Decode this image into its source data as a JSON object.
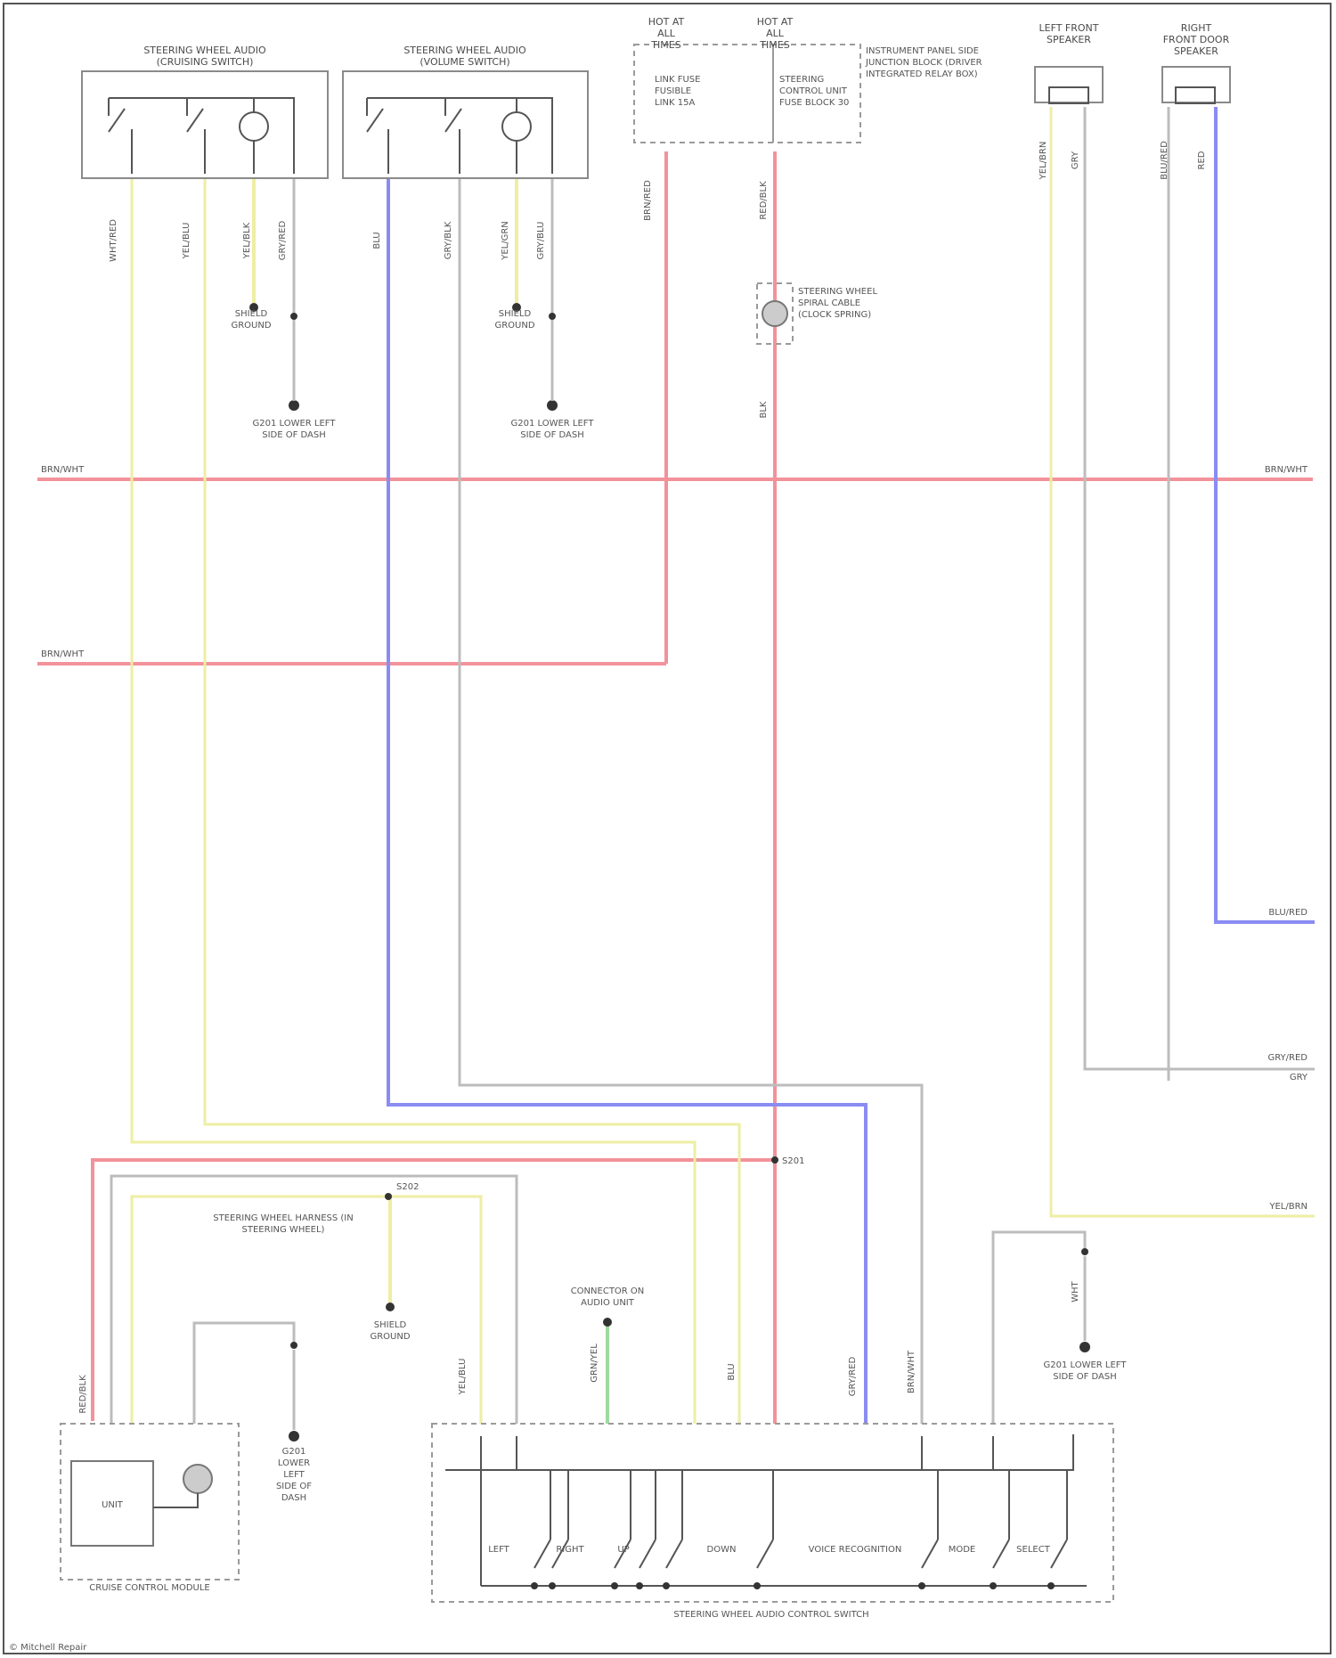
{
  "colors": {
    "red": "#f2929a",
    "yellow": "#eeeea4",
    "blue": "#8a8cf2",
    "gray": "#bcbcbc",
    "green": "#9fd99f",
    "dark": "#555555"
  },
  "labels": {
    "left_switch_title": "STEERING WHEEL AUDIO (CRUISING SWITCH)",
    "right_switch_title": "STEERING WHEEL AUDIO (VOLUME SWITCH)",
    "fuse_a": "HOT AT ALL TIMES",
    "fuse_b": "HOT AT ALL TIMES",
    "fuse_a_desc": "LINK FUSE FUSIBLE LINK 15A",
    "fuse_b_desc": "STEERING CONTROL UNIT FUSE BLOCK 30",
    "fuse_box_desc": "INSTRUMENT PANEL SIDE JUNCTION BLOCK (DRIVER INTEGRATED RELAY BOX)",
    "left_speaker": "LEFT FRONT SPEAKER",
    "right_speaker": "RIGHT FRONT DOOR SPEAKER",
    "reel_desc": "STEERING WHEEL SPIRAL CABLE (CLOCK SPRING)",
    "shield_left": "SHIELD GROUND",
    "shield_right": "SHIELD GROUND",
    "gnd_left": "G201 LOWER LEFT SIDE OF DASH",
    "gnd_right": "G201 LOWER LEFT SIDE OF DASH",
    "gnd_bottom_right": "G201 LOWER LEFT SIDE OF DASH",
    "gnd_cruise": "G201 LOWER LEFT SIDE OF DASH",
    "bus_top_left": "BRN/WHT",
    "bus_top_right": "BRN/WHT",
    "bus_mid_left": "BRN/WHT",
    "right_blu": "BLU/RED",
    "right_gry1": "GRY/RED",
    "right_gry2": "GRY",
    "right_yel": "YEL/BRN",
    "splice_mid": "S201",
    "splice_bottom": "S202",
    "shield_bottom_desc": "STEERING WHEEL HARNESS (IN STEERING WHEEL)",
    "shield_bottom_node": "SHIELD GROUND",
    "cruise_module": "CRUISE CONTROL MODULE",
    "cruise_unit": "UNIT",
    "control_switch": "STEERING WHEEL AUDIO CONTROL SWITCH",
    "connector_note": "CONNECTOR ON AUDIO UNIT",
    "footer": "© Mitchell Repair",
    "btn_labels": [
      "LEFT",
      "RIGHT",
      "UP",
      "DOWN",
      "VOICE RECOGNITION",
      "MODE",
      "SELECT"
    ],
    "wire_labels": [
      "WHT/RED",
      "YEL/BLU",
      "YEL/BLK",
      "GRY/RED",
      "BLU",
      "GRY/BLK",
      "YEL/GRN",
      "GRY/BLU",
      "BRN/RED",
      "RED/BLK",
      "BLK",
      "YEL/BRN",
      "GRY",
      "BLU/RED",
      "RED",
      "WHT",
      "RED/BLK",
      "GRN/YEL",
      "YEL/BLU",
      "BLU",
      "GRY/RED",
      "BRN/WHT"
    ]
  }
}
